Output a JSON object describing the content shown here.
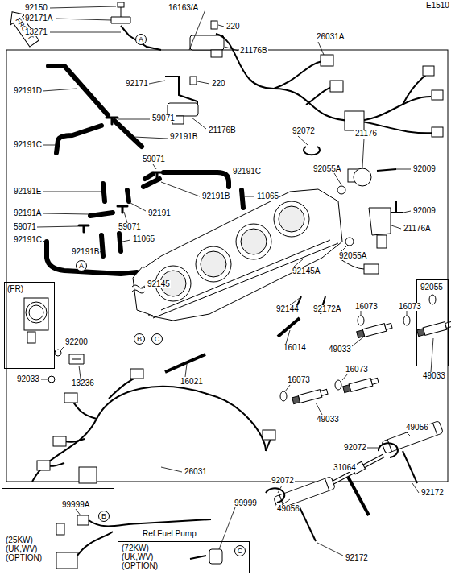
{
  "diagram": {
    "nodes": [
      {
        "text": [
          "(FR)"
        ]
      },
      {
        "text": [
          "92055"
        ]
      },
      {
        "text": [
          "A"
        ]
      },
      {
        "text": [
          "A"
        ]
      },
      {
        "text": [
          "B"
        ]
      },
      {
        "text": [
          "C"
        ]
      },
      {
        "text": [
          "(25KW) (UK,WV) (OPTION)"
        ]
      },
      {
        "text": [
          "B"
        ],
        "in": 6
      },
      {
        "text": [
          "(72KW) (UK,WV) (OPTION)"
        ]
      },
      {
        "text": [
          "C"
        ],
        "in": 8
      }
    ],
    "labels": [
      "E1510",
      "FRONT",
      "92150",
      "92171A",
      "13271",
      "16163/A",
      "220",
      "21176B",
      "26031A",
      "92171",
      "220",
      "92191D",
      "59071",
      "21176B",
      "92191B",
      "92191C",
      "59071",
      "92072",
      "21176",
      "92191C",
      "92055A",
      "92009",
      "92191E",
      "92191B",
      "11065",
      "92191A",
      "92191",
      "92009",
      "59071",
      "59071",
      "11065",
      "21176A",
      "92191C",
      "92191B",
      "92055A",
      "92145A",
      "92145",
      "92144",
      "92172A",
      "16073",
      "16073",
      "92200",
      "16014",
      "49033",
      "92033",
      "13236",
      "16021",
      "16073",
      "16073",
      "49033",
      "49033",
      "49056",
      "92072",
      "31064",
      "26031",
      "92072",
      "92172",
      "99999A",
      "99999",
      "49056",
      "Ref.Fuel Pump",
      "92172"
    ]
  }
}
